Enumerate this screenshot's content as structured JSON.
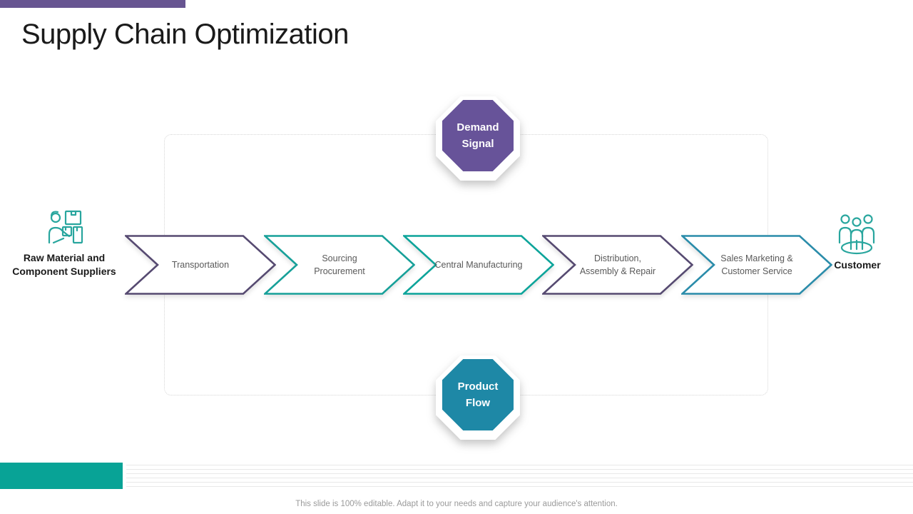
{
  "slide": {
    "title": "Supply Chain Optimization",
    "footer": "This slide is 100% editable. Adapt it to your needs and capture your audience's attention.",
    "top_bar_color": "#675591",
    "bottom_bar_color": "#08a396"
  },
  "diagram": {
    "demand_badge": {
      "label": "Demand\nSignal",
      "color": "#675399"
    },
    "product_badge": {
      "label": "Product\nFlow",
      "color": "#1e88a6"
    },
    "left_node": {
      "label": "Raw Material and\nComponent Suppliers",
      "icon": "supplier-with-boxes-icon",
      "icon_color": "#29a69e"
    },
    "right_node": {
      "label": "Customer",
      "icon": "customer-group-icon",
      "icon_color": "#29a69e"
    },
    "steps": [
      {
        "label": "Transportation",
        "border_color": "#564a71"
      },
      {
        "label": "Sourcing\nProcurement",
        "border_color": "#17a099"
      },
      {
        "label": "Central Manufacturing",
        "border_color": "#0ca49a"
      },
      {
        "label": "Distribution,\nAssembly & Repair",
        "border_color": "#564a71"
      },
      {
        "label": "Sales Marketing &\nCustomer Service",
        "border_color": "#2a8caa"
      }
    ]
  }
}
